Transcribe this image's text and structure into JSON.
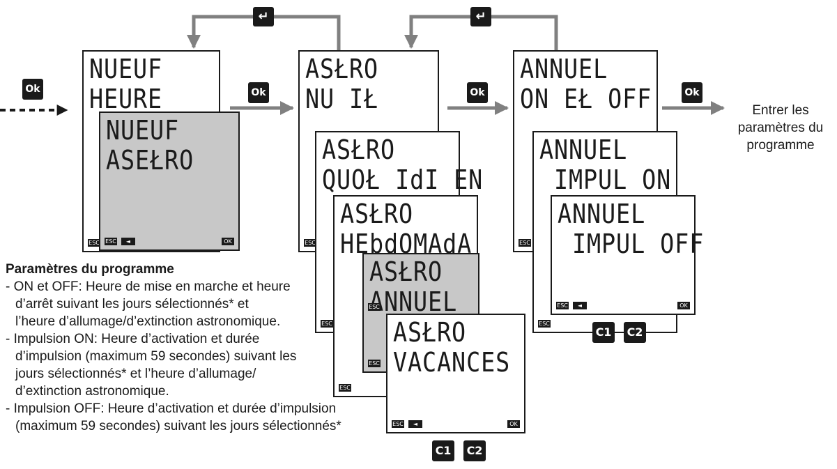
{
  "screens": {
    "nouveau_heure": [
      "NUEUF",
      "HEURE"
    ],
    "nouveau_astro": [
      "NUEUF",
      "ASEŁRO"
    ],
    "astro_nuit": [
      "ASŁRO",
      "NU IŁ"
    ],
    "astro_quotidien": [
      "ASŁRO",
      "QUOŁ IdI EN"
    ],
    "astro_hebdomada": [
      "ASŁRO",
      "HEbdOMAdA"
    ],
    "astro_annuel": [
      "ASŁRO",
      "ANNUEL"
    ],
    "astro_vacances": [
      "ASŁRO",
      "VACANCES"
    ],
    "annuel_on_off": [
      "ANNUEL",
      "ON EŁ OFF"
    ],
    "annuel_impul_on": [
      "ANNUEL",
      " IMPUL ON"
    ],
    "annuel_impul_off": [
      "ANNUEL",
      " IMPUL OFF"
    ]
  },
  "softkeys": {
    "esc": "ESC",
    "back": "◄",
    "ok": "OK"
  },
  "badges": {
    "ok": "Ok",
    "enter": "↵",
    "c1": "C1",
    "c2": "C2"
  },
  "result_text": [
    "Entrer les",
    "paramètres du",
    "programme"
  ],
  "params": {
    "title": "Paramètres du programme",
    "lines": [
      "- ON et OFF: Heure de mise en marche et heure",
      "d’arrêt suivant les jours sélectionnés* et",
      "l’heure d’allumage/d’extinction astronomique.",
      "- Impulsion ON: Heure d’activation et durée",
      "d’impulsion (maximum 59 secondes) suivant les",
      "jours sélectionnés* et l’heure d’allumage/",
      "d’extinction astronomique.",
      "- Impulsion OFF: Heure d’activation et durée d’impulsion",
      "(maximum 59 secondes) suivant les jours sélectionnés*"
    ]
  },
  "colors": {
    "ink": "#1a1a1a",
    "arrow": "#808080",
    "screen_gray": "#c8c8c8"
  }
}
